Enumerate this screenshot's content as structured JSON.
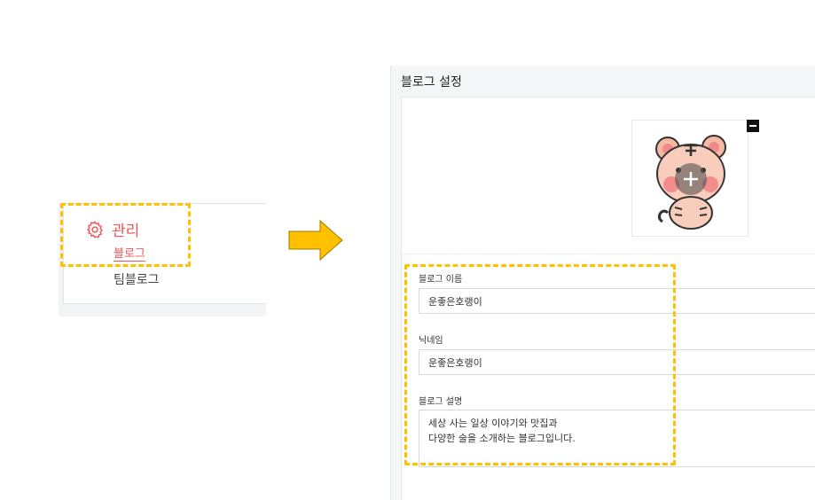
{
  "menu": {
    "title": "관리",
    "items": [
      {
        "label": "블로그",
        "active": true
      },
      {
        "label": "팀블로그",
        "active": false
      }
    ],
    "icon": "gear-icon",
    "accent_color": "#f0555a"
  },
  "highlight_color": "#ffc000",
  "arrow_icon": "arrow-right-icon",
  "settings": {
    "title": "블로그 설정",
    "avatar_icon": "tiger-avatar-icon",
    "remove_icon": "minus-icon",
    "fields": {
      "blog_name": {
        "label": "블로그 이름",
        "value": "운좋은호랭이"
      },
      "nickname": {
        "label": "닉네임",
        "value": "운좋은호랭이"
      },
      "description": {
        "label": "블로그 설명",
        "line1": "세상 사는 일상 이야기와 맛집과",
        "line2": "다양한 술을 소개하는 블로그입니다."
      }
    }
  }
}
